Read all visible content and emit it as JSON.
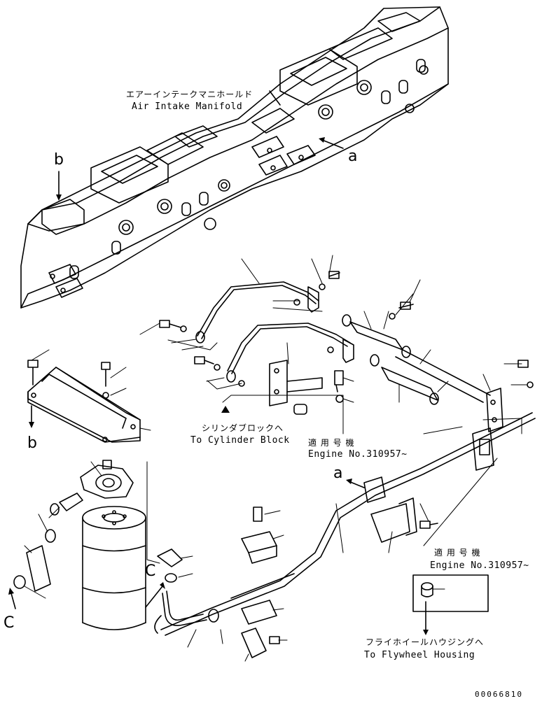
{
  "labels": {
    "air_intake_jp": "エアーインテークマニホールド",
    "air_intake_en": "Air Intake Manifold",
    "to_cyl_jp": "シリンダブロックへ",
    "to_cyl_en": "To Cylinder Block",
    "applic1_jp": "適 用 号 機",
    "applic1_en": "Engine No.310957~",
    "applic2_jp": "適 用 号 機",
    "applic2_en": "Engine No.310957~",
    "to_fly_jp": "フライホイールハウジングへ",
    "to_fly_en": "To Flywheel Housing"
  },
  "refs": {
    "a_top": "a",
    "b_top": "b",
    "b_left": "b",
    "a_mid": "a",
    "c_mid": "C",
    "c_left": "C"
  },
  "doc_number": "00066810"
}
